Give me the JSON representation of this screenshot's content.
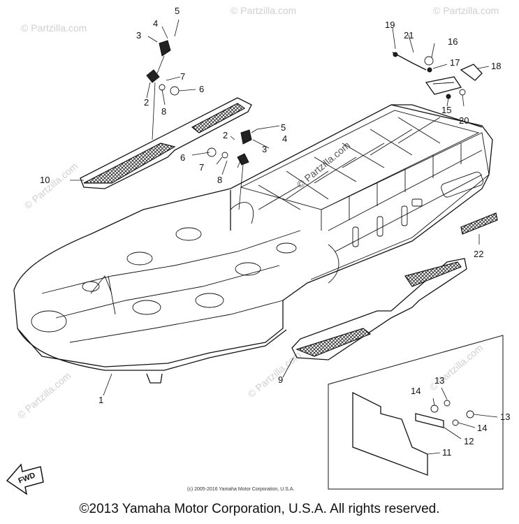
{
  "watermark": "© Partzilla.com",
  "callouts": {
    "n1": "1",
    "n2a": "2",
    "n2b": "2",
    "n3a": "3",
    "n3b": "3",
    "n4a": "4",
    "n4b": "4",
    "n5a": "5",
    "n5b": "5",
    "n6a": "6",
    "n6b": "6",
    "n7a": "7",
    "n7b": "7",
    "n8a": "8",
    "n8b": "8",
    "n9": "9",
    "n10": "10",
    "n11": "11",
    "n12": "12",
    "n13a": "13",
    "n13b": "13",
    "n14a": "14",
    "n14b": "14",
    "n15": "15",
    "n16": "16",
    "n17": "17",
    "n18": "18",
    "n19": "19",
    "n20": "20",
    "n21": "21",
    "n22": "22"
  },
  "fwd_label": "FWD",
  "small_copyright": "(c) 2005-2016 Yamaha Motor Corporation, U.S.A.",
  "copyright": "©2013 Yamaha Motor Corporation, U.S.A. All rights reserved."
}
